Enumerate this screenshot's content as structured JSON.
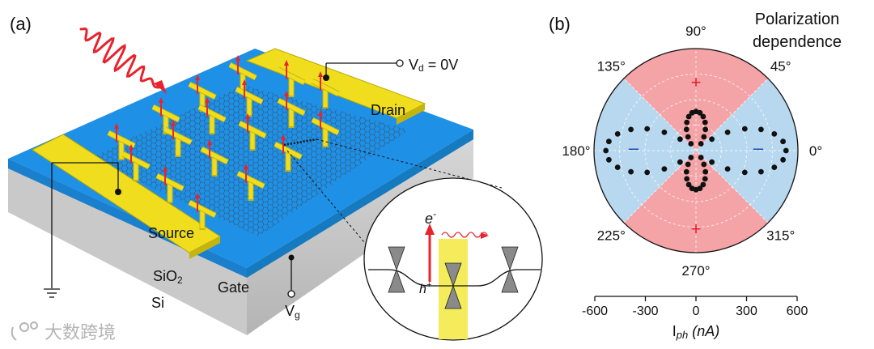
{
  "panel_a": {
    "label": "(a)",
    "vd_label": "V",
    "vd_sub": "d",
    "vd_value": " = 0V",
    "drain": "Drain",
    "source": "Source",
    "sio2": "SiO",
    "sio2_sub": "2",
    "si": "Si",
    "gate": "Gate",
    "vg": "V",
    "vg_sub": "g",
    "inset": {
      "electron": "e",
      "electron_sup": "-",
      "hole": "h",
      "hole_sup": "+"
    }
  },
  "panel_b": {
    "label": "(b)",
    "title_line1": "Polarization",
    "title_line2": "dependence",
    "angle_labels": [
      "0°",
      "45°",
      "90°",
      "135°",
      "180°",
      "225°",
      "270°",
      "315°"
    ],
    "positive_sign": "+",
    "negative_sign": "–",
    "axis": {
      "ticks": [
        "-600",
        "-300",
        "0",
        "300",
        "600"
      ],
      "label_main": "I",
      "label_sub": "ph",
      "label_unit": " (nA)"
    }
  },
  "watermark": "大数跨境",
  "colors": {
    "substrate_blue": "#1e90e6",
    "electrode_yellow": "#f0de1e",
    "wave_red": "#e8232d",
    "positive_sector": "#f4a3a6",
    "negative_sector": "#b7d8ef"
  },
  "chart_data": {
    "type": "scatter",
    "coordinate_system": "polar",
    "angle_unit": "degree",
    "radial_axis": "I_ph (nA)",
    "radial_range": [
      -600,
      600
    ],
    "lobes": [
      {
        "sign": "negative",
        "direction_deg": [
          0,
          180
        ],
        "peak_abs_nA": 530
      },
      {
        "sign": "positive",
        "direction_deg": [
          90,
          270
        ],
        "peak_abs_nA": 230
      }
    ],
    "samples": [
      {
        "theta_deg": 0,
        "value": -530
      },
      {
        "theta_deg": 15,
        "value": -470
      },
      {
        "theta_deg": 30,
        "value": -320
      },
      {
        "theta_deg": 45,
        "value": -120
      },
      {
        "theta_deg": 60,
        "value": 60
      },
      {
        "theta_deg": 75,
        "value": 180
      },
      {
        "theta_deg": 90,
        "value": 230
      },
      {
        "theta_deg": 105,
        "value": 180
      },
      {
        "theta_deg": 120,
        "value": 60
      },
      {
        "theta_deg": 135,
        "value": -120
      },
      {
        "theta_deg": 150,
        "value": -320
      },
      {
        "theta_deg": 165,
        "value": -470
      },
      {
        "theta_deg": 180,
        "value": -530
      }
    ],
    "sector_shading": {
      "positive_deg": [
        [
          45,
          135
        ],
        [
          225,
          315
        ]
      ],
      "negative_deg": [
        [
          -45,
          45
        ],
        [
          135,
          225
        ]
      ]
    }
  }
}
